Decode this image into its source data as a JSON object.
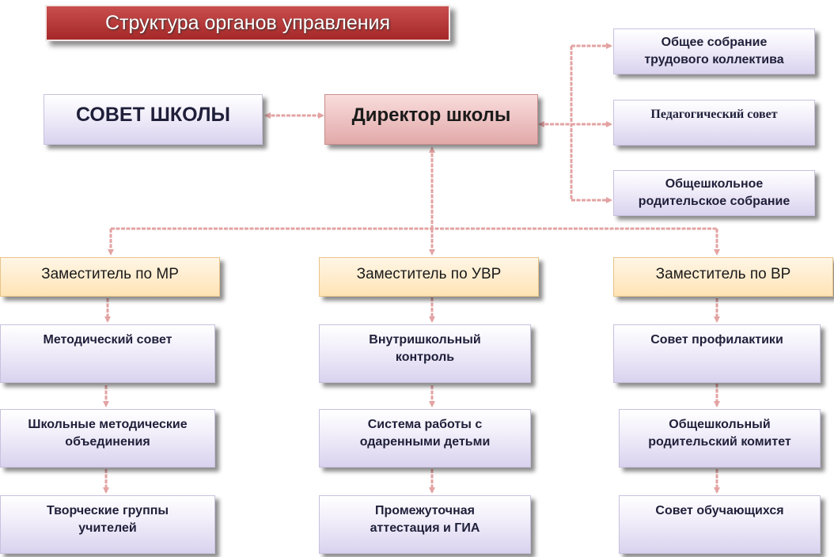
{
  "title": "Структура органов управления",
  "school_council": "СОВЕТ ШКОЛЫ",
  "director": "Директор школы",
  "right_bodies": [
    {
      "line1": "Общее собрание",
      "line2": "трудового коллектива"
    },
    {
      "line1": "Педагогический совет"
    },
    {
      "line1": "Общешкольное",
      "line2": "родительское собрание"
    }
  ],
  "deputies": [
    "Заместитель по МР",
    "Заместитель по УВР",
    "Заместитель по ВР"
  ],
  "columns": [
    [
      {
        "line1": "Методический совет"
      },
      {
        "line1": "Школьные методические",
        "line2": "объединения"
      },
      {
        "line1": "Творческие группы",
        "line2": "учителей"
      }
    ],
    [
      {
        "line1": "Внутришкольный",
        "line2": "контроль"
      },
      {
        "line1": "Система работы с",
        "line2": "одаренными детьми"
      },
      {
        "line1": "Промежуточная",
        "line2": "аттестация и ГИА"
      }
    ],
    [
      {
        "line1": "Совет профилактики"
      },
      {
        "line1": "Общешкольный",
        "line2": "родительский комитет"
      },
      {
        "line1": "Совет обучающихся"
      }
    ]
  ],
  "colors": {
    "title_bg": "#b33636",
    "director_bg": "#eab9b9",
    "deputy_bg": "#ffe9c4",
    "box_bg": "#e4def3",
    "connector": "#e0a0a0"
  }
}
